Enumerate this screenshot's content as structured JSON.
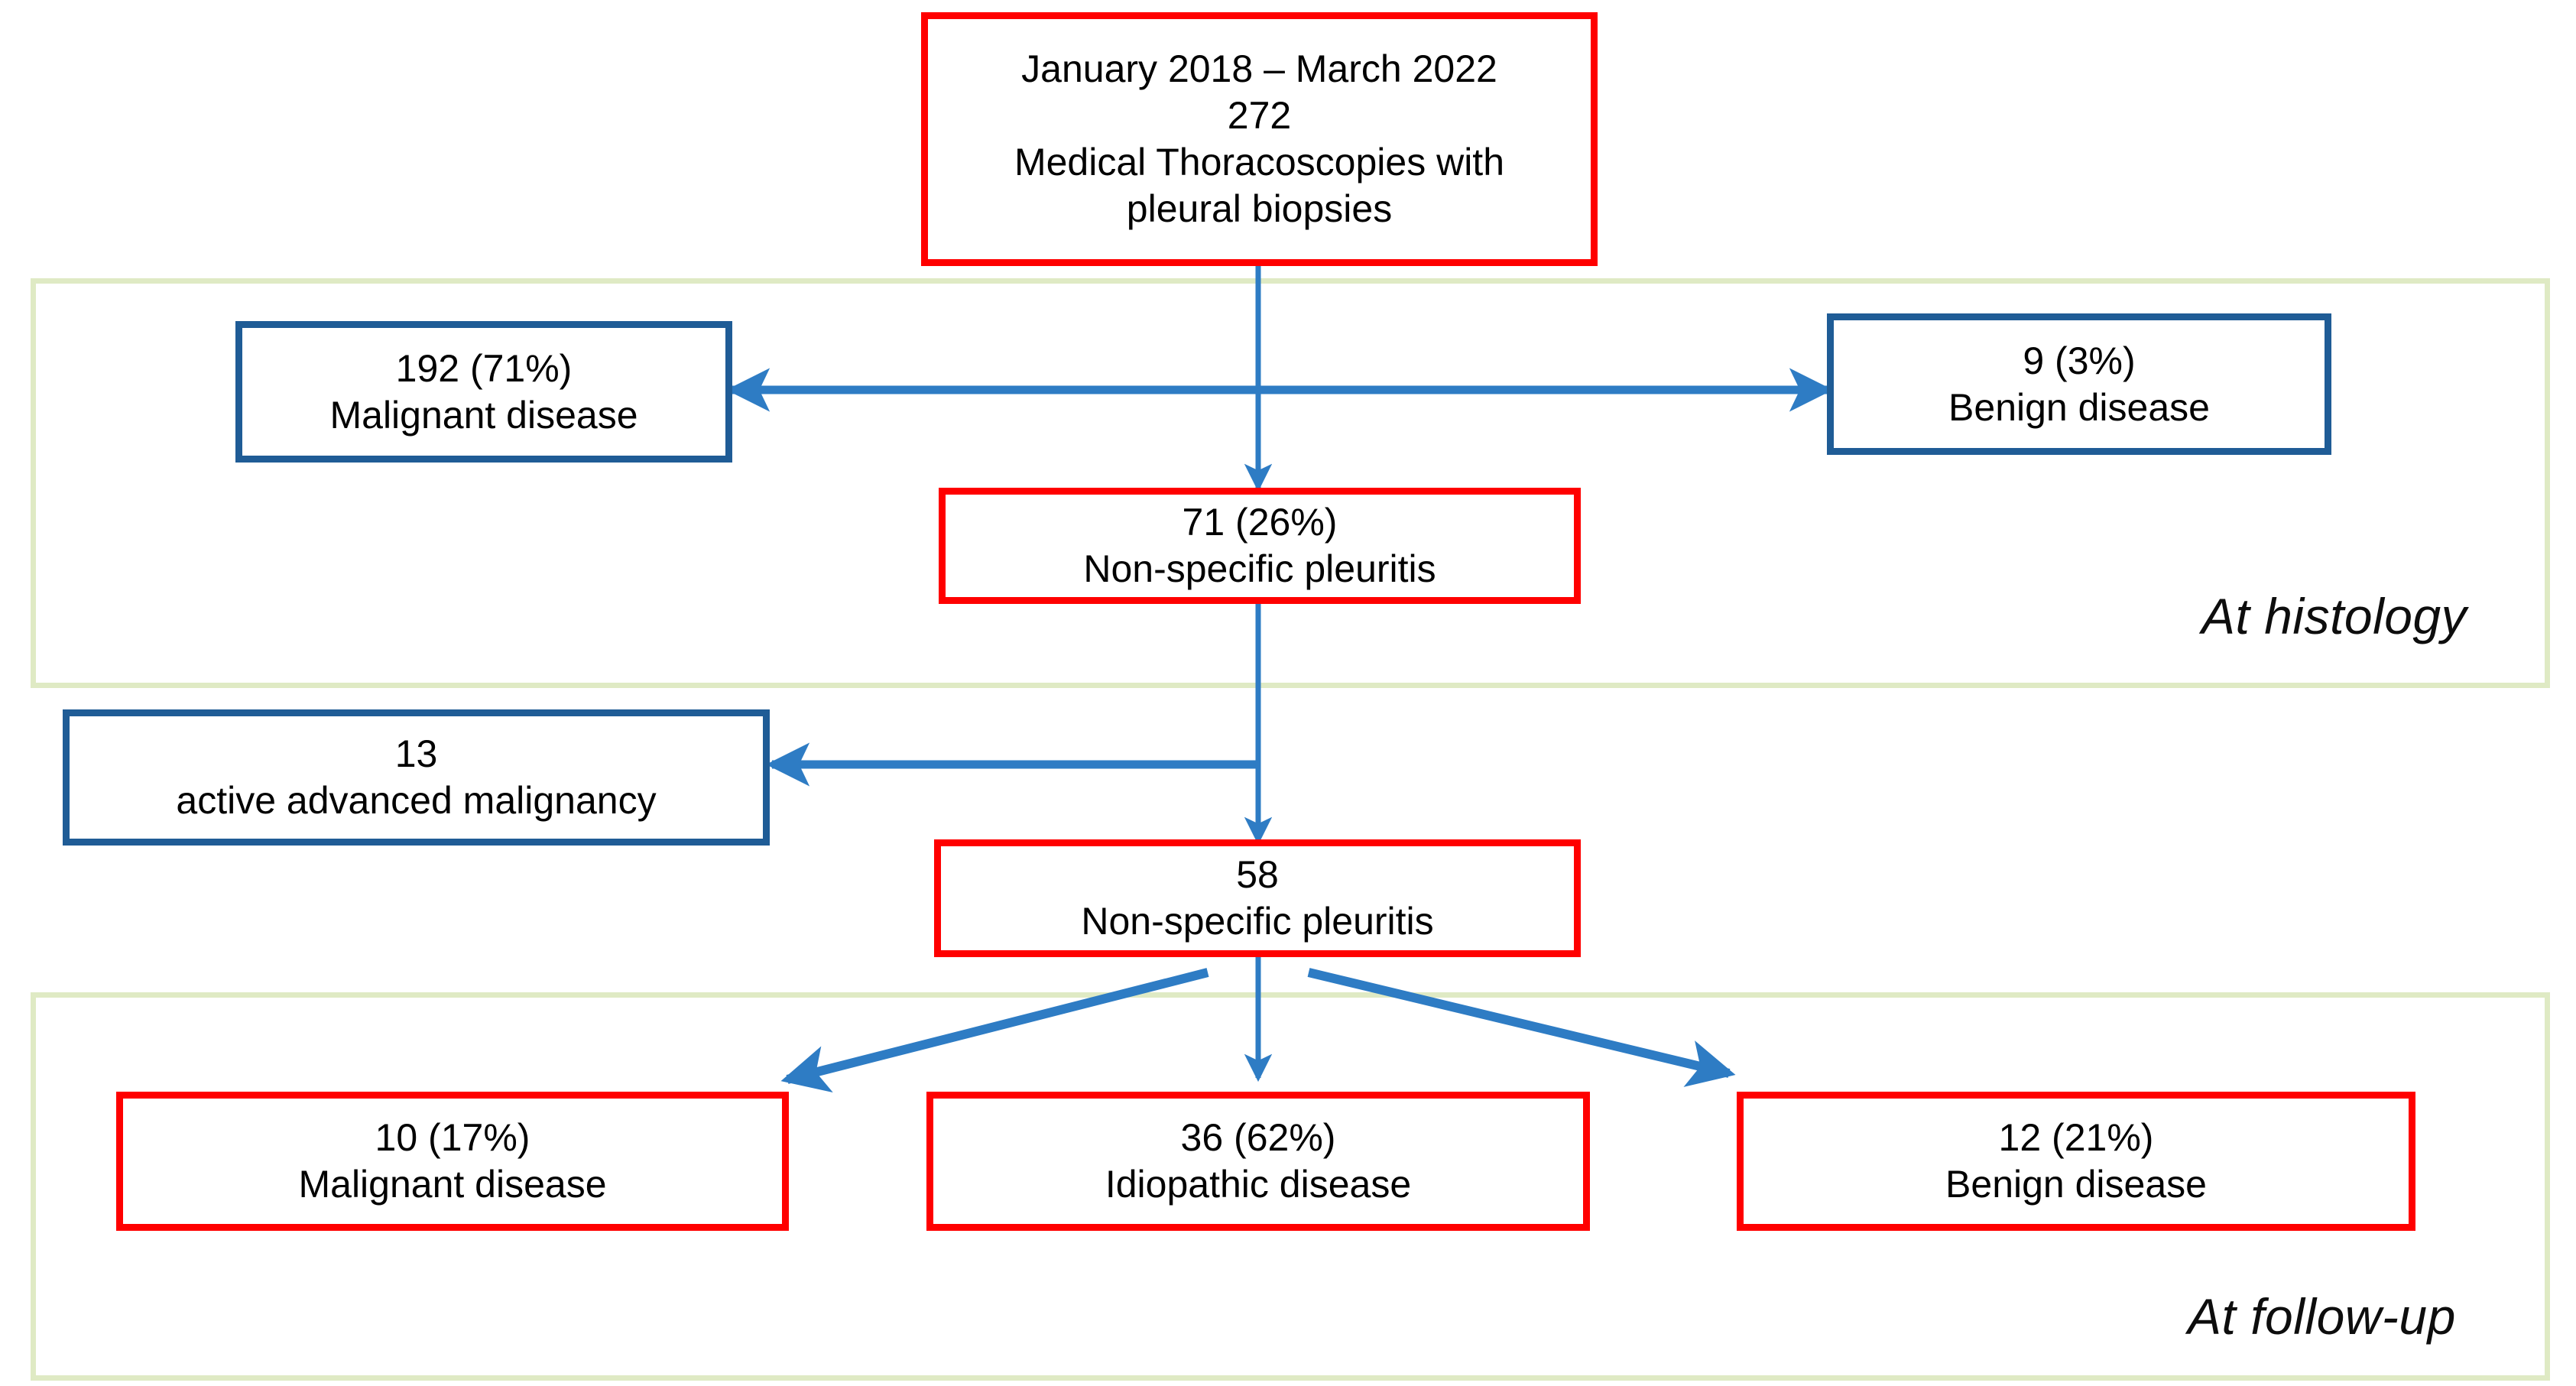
{
  "diagram": {
    "title_node": {
      "lines": [
        "January 2018  –  March 2022",
        "272",
        "Medical Thoracoscopies with",
        "pleural biopsies"
      ],
      "border_color": "#ff0000"
    },
    "sections": [
      {
        "id": "histology",
        "label": "At histology"
      },
      {
        "id": "follow-up",
        "label": "At follow-up"
      }
    ],
    "nodes": [
      {
        "id": "malignant-histology",
        "lines": [
          "192 (71%)",
          "Malignant disease"
        ],
        "count": 192,
        "percent": "71%",
        "border_color": "#1f5c96"
      },
      {
        "id": "benign-histology",
        "lines": [
          "9 (3%)",
          "Benign disease"
        ],
        "count": 9,
        "percent": "3%",
        "border_color": "#1f5c96"
      },
      {
        "id": "nsp-histology",
        "lines": [
          "71 (26%)",
          "Non-specific pleuritis"
        ],
        "count": 71,
        "percent": "26%",
        "border_color": "#ff0000"
      },
      {
        "id": "active-advanced-malignancy",
        "lines": [
          "13",
          "active advanced malignancy"
        ],
        "count": 13,
        "percent": "",
        "border_color": "#1f5c96"
      },
      {
        "id": "nsp-followup",
        "lines": [
          "58",
          "Non-specific pleuritis"
        ],
        "count": 58,
        "percent": "",
        "border_color": "#ff0000"
      },
      {
        "id": "malignant-followup",
        "lines": [
          "10 (17%)",
          "Malignant disease"
        ],
        "count": 10,
        "percent": "17%",
        "border_color": "#ff0000"
      },
      {
        "id": "idiopathic-followup",
        "lines": [
          "36 (62%)",
          "Idiopathic disease"
        ],
        "count": 36,
        "percent": "62%",
        "border_color": "#ff0000"
      },
      {
        "id": "benign-followup",
        "lines": [
          "12 (21%)",
          "Benign disease"
        ],
        "count": 12,
        "percent": "21%",
        "border_color": "#ff0000"
      }
    ],
    "colors": {
      "arrow": "#2e7cc4",
      "red_border": "#ff0000",
      "navy_border": "#1f5c96",
      "section_border": "#dfeac4",
      "text": "#000000",
      "background": "#ffffff"
    }
  }
}
